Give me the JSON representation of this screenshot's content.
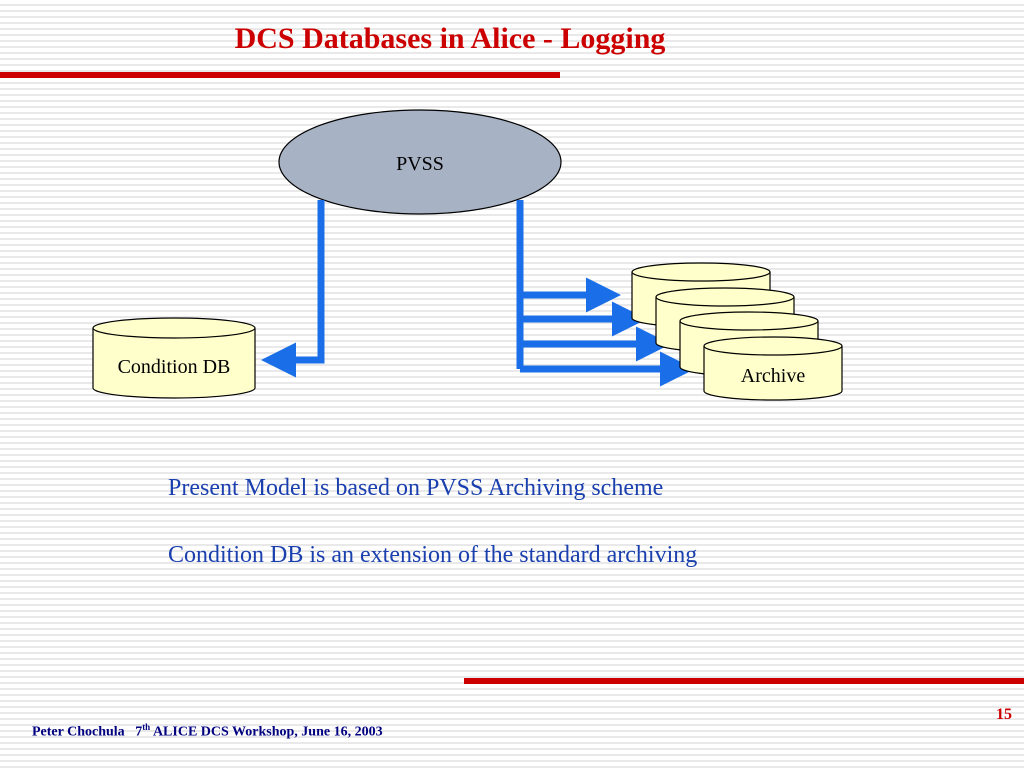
{
  "slide": {
    "title": "DCS Databases in Alice - Logging",
    "page_number": "15",
    "accent_color": "#cc0000",
    "connector_color": "#1a6fe8"
  },
  "diagram": {
    "pvss_label": "PVSS",
    "condition_db_label": "Condition DB",
    "archive_label": "Archive"
  },
  "body": {
    "line1": "Present Model is based on PVSS Archiving scheme",
    "line2": "Condition DB is an extension of the standard archiving"
  },
  "footer": {
    "author": "Peter Chochula",
    "workshop_number": "7",
    "ordinal_suffix": "th",
    "event": "ALICE DCS Workshop, June 16, 2003"
  }
}
